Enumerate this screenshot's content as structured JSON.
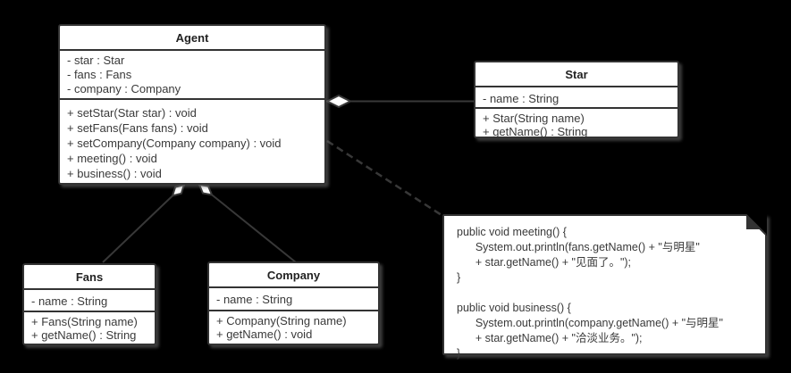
{
  "diagram": {
    "background": "#000000",
    "box_fill": "#ffffff",
    "stroke_color": "#333333",
    "text_color": "#3a3a3a",
    "classes": [
      {
        "id": "agent",
        "title": "Agent",
        "attributes": [
          "- star : Star",
          "- fans : Fans",
          "- company : Company"
        ],
        "methods": [
          "+ setStar(Star star) : void",
          "+ setFans(Fans fans) : void",
          "+ setCompany(Company company) : void",
          "+ meeting() : void",
          "+ business() : void"
        ]
      },
      {
        "id": "star",
        "title": "Star",
        "attributes": [
          "- name : String"
        ],
        "methods": [
          "+ Star(String name)",
          "+ getName() : String"
        ]
      },
      {
        "id": "fans",
        "title": "Fans",
        "attributes": [
          "- name : String"
        ],
        "methods": [
          "+ Fans(String name)",
          "+ getName() : String"
        ]
      },
      {
        "id": "company",
        "title": "Company",
        "attributes": [
          "- name : String"
        ],
        "methods": [
          "+ Company(String name)",
          "+ getName() : void"
        ]
      }
    ],
    "note": {
      "lines": [
        "public void meeting() {",
        "      System.out.println(fans.getName() + \"与明星\"",
        "      + star.getName() + \"见面了。\");",
        "}",
        "",
        "public void business() {",
        "      System.out.println(company.getName() + \"与明星\"",
        "      + star.getName() + \"洽淡业务。\");",
        "}"
      ]
    },
    "relations": [
      {
        "from": "Agent",
        "to": "Star",
        "type": "aggregation",
        "diamond_end": "Agent"
      },
      {
        "from": "Agent",
        "to": "Fans",
        "type": "aggregation",
        "diamond_end": "Agent"
      },
      {
        "from": "Agent",
        "to": "Company",
        "type": "aggregation",
        "diamond_end": "Agent"
      },
      {
        "from": "Agent",
        "to": "note",
        "type": "dashed-anchor"
      }
    ]
  }
}
